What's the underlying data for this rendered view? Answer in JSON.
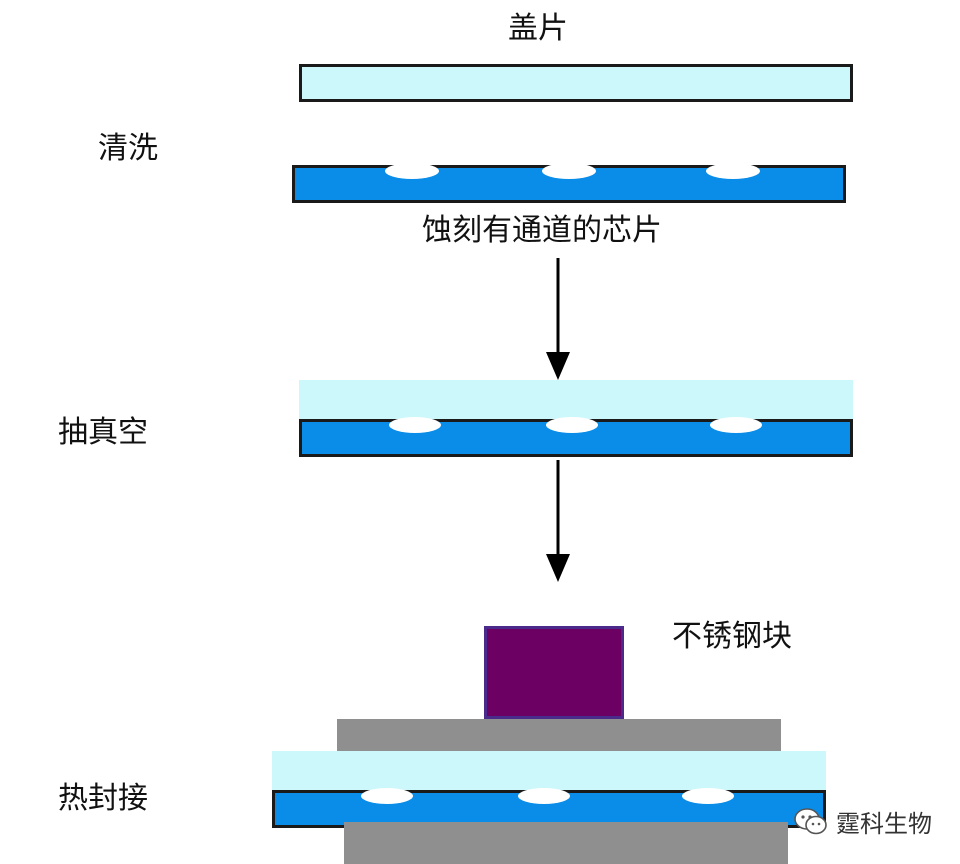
{
  "labels": {
    "cover_slip": "盖片",
    "clean": "清洗",
    "etched_chip": "蚀刻有通道的芯片",
    "vacuum": "抽真空",
    "steel_block": "不锈钢块",
    "heat_seal": "热封接"
  },
  "watermark": {
    "icon": "wechat-icon",
    "text": "霆科生物"
  },
  "colors": {
    "cover": "#ccf7fb",
    "chip": "#0a8de8",
    "gray_plate": "#8f8f8f",
    "steel_block": "#6d0063",
    "outline": "#1a1a1a"
  }
}
